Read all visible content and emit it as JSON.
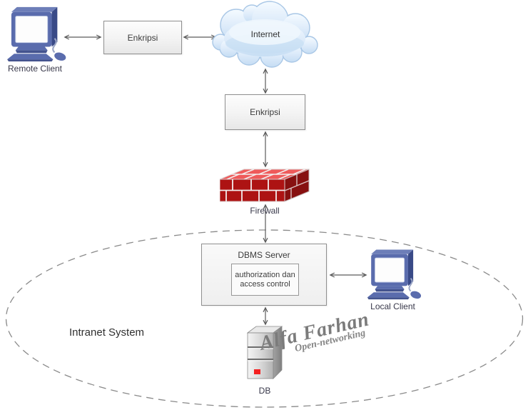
{
  "nodes": {
    "remote_client": {
      "label": "Remote Client"
    },
    "encryption_top": {
      "label": "Enkripsi"
    },
    "internet": {
      "label": "Internet"
    },
    "encryption_mid": {
      "label": "Enkripsi"
    },
    "firewall": {
      "label": "Firewall"
    },
    "dbms_server": {
      "title": "DBMS Server",
      "inner": "authorization dan access control"
    },
    "local_client": {
      "label": "Local Client"
    },
    "db": {
      "label": "DB"
    },
    "intranet": {
      "label": "Intranet System"
    }
  },
  "watermark": {
    "line1": "Alfa Farhan",
    "line2": "Open-networking"
  },
  "icons": {
    "remote_client": "desktop-computer-icon",
    "local_client": "desktop-computer-icon",
    "internet": "cloud-icon",
    "firewall": "brick-wall-icon",
    "db": "server-tower-icon"
  },
  "colors": {
    "arrow": "#5a5a5a",
    "ellipse_dash": "#8a8a8a",
    "box_border": "#8f8f8f",
    "cloud_fill": "#ddebfa",
    "cloud_stroke": "#a9c7e6",
    "firewall_front": "#ad1313",
    "firewall_top": "#ef5a5a",
    "firewall_side": "#871010",
    "client_blue": "#5a6cad",
    "client_blue_dark": "#394a87",
    "led_red": "#f42020",
    "text": "#3c3c3c",
    "watermark_gray": "#7b7b7b"
  }
}
